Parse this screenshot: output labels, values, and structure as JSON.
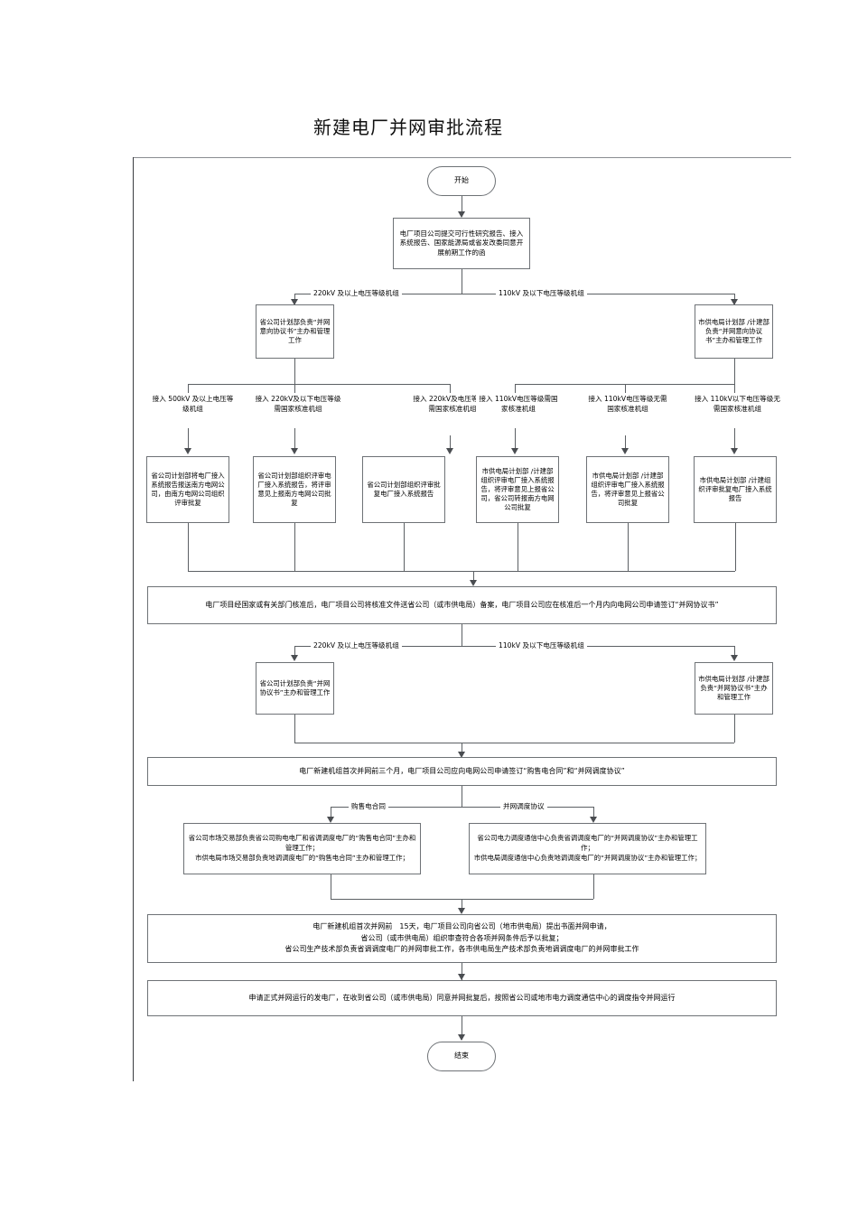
{
  "document": {
    "title": "新建电厂并网审批流程"
  },
  "flowchart": {
    "type": "flowchart",
    "orientation": "top-to-bottom",
    "nodes": {
      "start": "开始",
      "submit_docs": "电厂项目公司提交可行性研究报告、接入系统报告、国家能源局或省发改委同意开展前期工作的函",
      "prov_intent": "省公司计划部负责“并网意向协议书”主办和管理工作",
      "city_intent": "市供电局计划部 /计建部负责“并网意向协议书”主办和管理工作",
      "branch_500kv": "省公司计划部将电厂接入系统报告报送南方电网公司，由南方电网公司组织评审批复",
      "branch_220_state": "省公司计划部组织评审电厂接入系统报告，将评审意见上报南方电网公司批复",
      "branch_220_nostate": "省公司计划部组织评审批复电厂接入系统报告",
      "branch_110_state": "市供电局计划部 /计建部组织评审电厂接入系统报告，将评审意见上报省公司，省公司转报南方电网公司批复",
      "branch_110_nostate": "市供电局计划部 /计建部组织评审电厂接入系统报告，将评审意见上报省公司批复",
      "branch_below110": "市供电局计划部 /计建组织评审批复电厂接入系统报告",
      "filing": "电厂项目经国家或有关部门核准后，电厂项目公司将核准文件送省公司（或市供电局）备案，电厂项目公司应在核准后一个月内向电网公司申请签订“并网协议书”",
      "prov_agreement": "省公司计划部负责“并网协议书”主办和管理工作",
      "city_agreement": "市供电局计划部 /计建部负责“并网协议书”主办和管理工作",
      "three_months": "电厂新建机组首次并网前三个月，电厂项目公司应向电网公司申请签订“购售电合同”和“并网调度协议”",
      "power_contract": "省公司市场交易部负责省公司购电电厂和省调调度电厂的“购售电合同”主办和管理工作；\n市供电局市场交易部负责地调调度电厂的“购售电合同”主办和管理工作；",
      "dispatch_agreement": "省公司电力调度通信中心负责省调调度电厂的“并网调度协议”主办和管理工作；\n市供电局调度通信中心负责地调调度电厂的“并网调度协议”主办和管理工作；",
      "fifteen_days": "电厂新建机组首次并网前　15天，电厂项目公司向省公司（地市供电局）提出书面并网申请，\n省公司（或市供电局）组织审查符合各项并网条件后予以批复；\n省公司生产技术部负责省调调度电厂的并网审批工作，各市供电局生产技术部负责地调调度电厂的并网审批工作",
      "formal_operation": "申请正式并网运行的发电厂，在收到省公司（或市供电局）同意并网批复后，按照省公司或地市电力调度通信中心的调度指令并网运行",
      "end": "结束"
    },
    "edge_labels": {
      "v220_up": "220kV 及以上电压等级机组",
      "v110_down": "110kV 及以下电压等级机组",
      "in_500kv": "接入 500kV 及以上电压等级机组",
      "in_220_state": "接入 220kV及以下电压等级需国家核准机组",
      "in_220_nostate": "接入 220kV及电压等级无需国家核准机组",
      "in_110_state": "接入 110kV电压等级需国家核准机组",
      "in_110_nostate": "接入 110kV电压等级无需国家核准机组",
      "in_below110": "接入 110kV以下电压等级无需国家核准机组",
      "v220_up_2": "220kV 及以上电压等级机组",
      "v110_down_2": "110kV 及以下电压等级机组",
      "purchase_contract": "购售电合同",
      "dispatch_agreement": "并网调度协议"
    },
    "colors": {
      "node_border": "#6e7276",
      "connector": "#5c6064",
      "background": "#ffffff",
      "text": "#000000"
    }
  }
}
